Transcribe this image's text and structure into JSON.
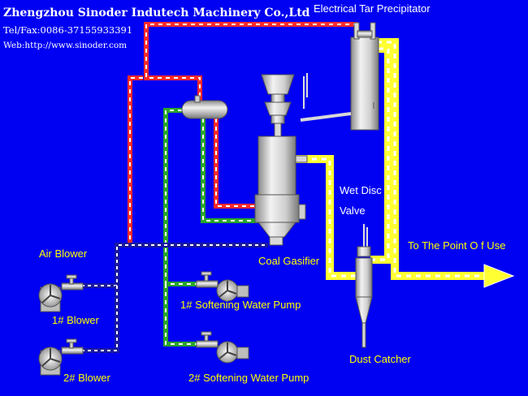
{
  "header": {
    "company": "Zhengzhou Sinoder Indutech Machinery Co.,Ltd",
    "contact": "Tel/Fax:0086-37155933391",
    "web": "Web:http://www.sinoder.com"
  },
  "labels": {
    "tar_precipitator": "Electrical Tar Precipitator",
    "wet_disc": "Wet Disc",
    "valve": "Valve",
    "point_of_use": "To The Point O f Use",
    "air_blower": "Air Blower",
    "coal_gasifier": "Coal Gasifier",
    "blower1": "1# Blower",
    "blower2": "2# Blower",
    "pump1": "1# Softening Water Pump",
    "pump2": "2# Softening Water Pump",
    "dust_catcher": "Dust Catcher"
  },
  "colors": {
    "background": "#0000f2",
    "gas_line": "#ffff33",
    "red_line": "#ff2a2a",
    "green_line": "#2aa52a",
    "air_line": "#1a1aa0",
    "equipment": "#c8c8c8"
  }
}
